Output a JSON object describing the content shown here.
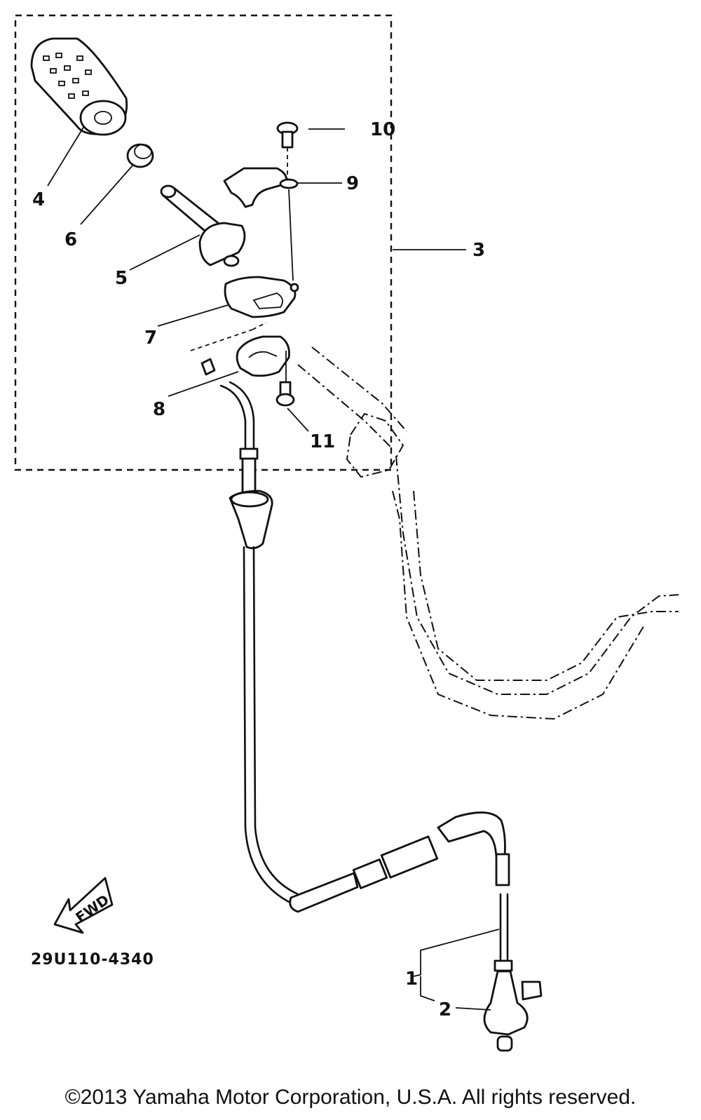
{
  "callouts": {
    "c1": "1",
    "c2": "2",
    "c3": "3",
    "c4": "4",
    "c5": "5",
    "c6": "6",
    "c7": "7",
    "c8": "8",
    "c9": "9",
    "c10": "10",
    "c11": "11"
  },
  "fwd_label": "FWD",
  "diagram_code": "29U110-4340",
  "copyright": "©2013 Yamaha Motor Corporation, U.S.A. All rights reserved."
}
